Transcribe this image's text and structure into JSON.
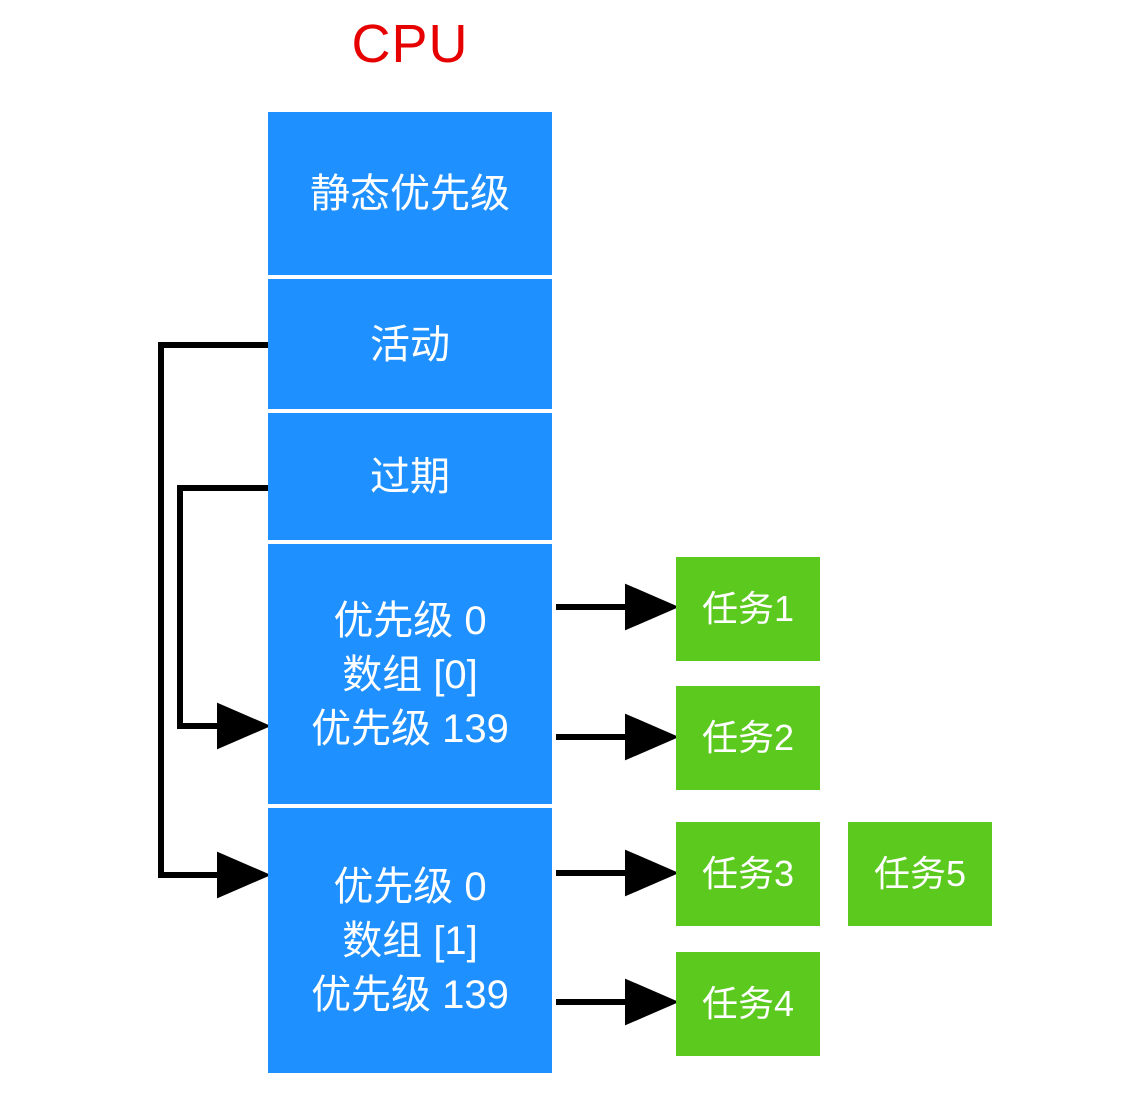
{
  "diagram": {
    "title": "CPU",
    "title_color": "#e60000",
    "cpu_color": "#1e90ff",
    "task_color": "#5cc91f",
    "arrow_color": "#000000",
    "cpu_rows": [
      {
        "id": "static-priority",
        "lines": [
          "静态优先级"
        ]
      },
      {
        "id": "active",
        "lines": [
          "活动"
        ]
      },
      {
        "id": "expired",
        "lines": [
          "过期"
        ]
      },
      {
        "id": "array-0",
        "lines": [
          "优先级 0",
          "数组 [0]",
          "优先级 139"
        ]
      },
      {
        "id": "array-1",
        "lines": [
          "优先级 0",
          "数组 [1]",
          "优先级 139"
        ]
      }
    ],
    "tasks": [
      {
        "id": "task-1",
        "label": "任务1"
      },
      {
        "id": "task-2",
        "label": "任务2"
      },
      {
        "id": "task-3",
        "label": "任务3"
      },
      {
        "id": "task-4",
        "label": "任务4"
      },
      {
        "id": "task-5",
        "label": "任务5"
      }
    ],
    "connections": [
      {
        "id": "active-to-array-1",
        "from": "活动",
        "to": "数组 [1]"
      },
      {
        "id": "expired-to-array-0",
        "from": "过期",
        "to": "数组 [0]"
      },
      {
        "id": "array0-p0-to-task-1",
        "from": "优先级 0",
        "to": "任务1"
      },
      {
        "id": "array0-p139-to-task-2",
        "from": "优先级 139",
        "to": "任务2"
      },
      {
        "id": "array1-p0-to-task-3",
        "from": "优先级 0",
        "to": "任务3"
      },
      {
        "id": "array1-p139-to-task-4",
        "from": "优先级 139",
        "to": "任务4"
      }
    ]
  }
}
